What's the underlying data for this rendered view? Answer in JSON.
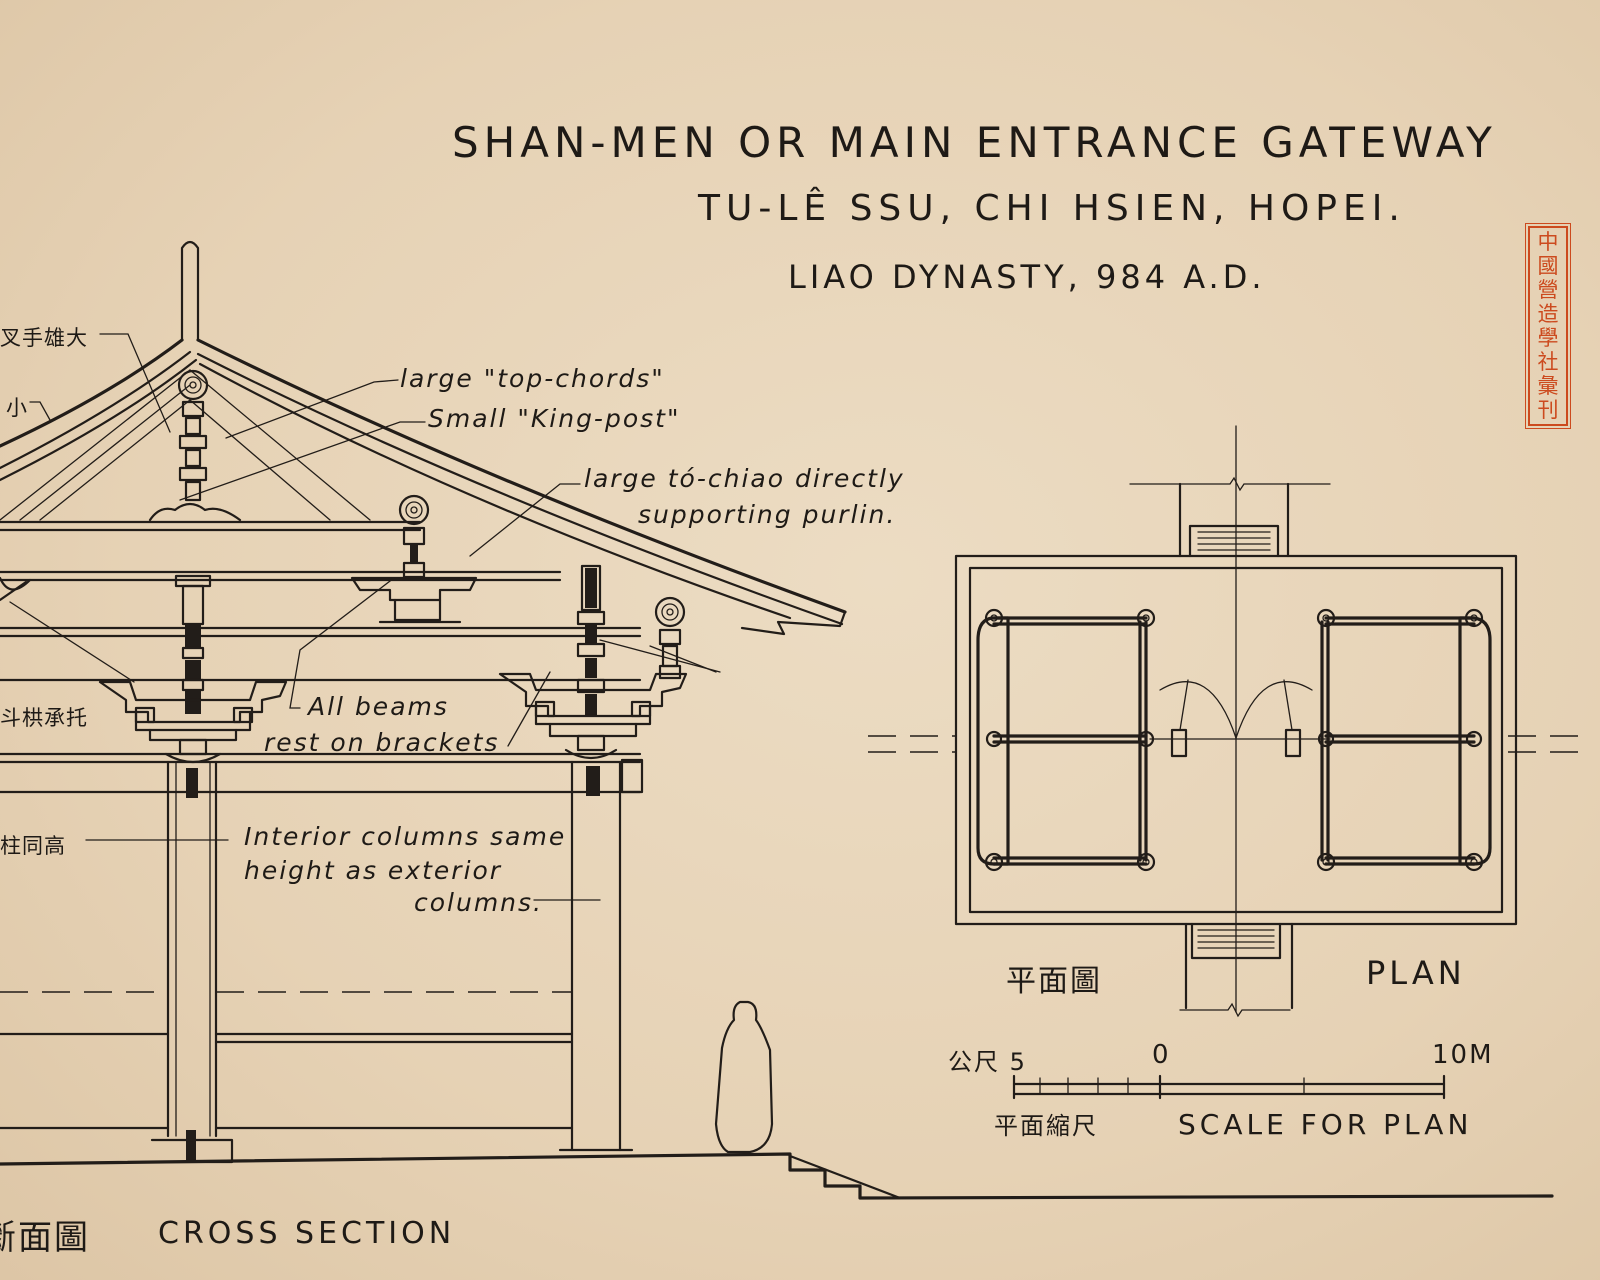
{
  "title": {
    "line1": "SHAN-MEN OR MAIN ENTRANCE GATEWAY",
    "line2": "TU-LÊ SSU, CHI HSIEN, HOPEI.",
    "line3": "LIAO DYNASTY, 984 A.D."
  },
  "seal": {
    "chars": [
      "中",
      "國",
      "營",
      "造",
      "學",
      "社",
      "彙",
      "刊"
    ],
    "color": "#cc4a1e"
  },
  "section_notes": {
    "top_chords": "large \"top-chords\"",
    "king_post": "Small \"King-post\"",
    "tochiao_line1": "large tó-chiao directly",
    "tochiao_line2": "supporting purlin.",
    "beams_line1": "All beams",
    "beams_line2": "rest on brackets",
    "columns_line1": "Interior columns same",
    "columns_line2": "height as exterior",
    "columns_line3": "columns."
  },
  "section_cjk_labels": {
    "top": "叉手雄大",
    "upper": "小",
    "bracket": "斗栱承托",
    "column": "柱同高"
  },
  "plan_labels": {
    "cjk": "平面圖",
    "en": "PLAN"
  },
  "scale": {
    "left_label": "公尺 5",
    "zero": "0",
    "right_label": "10M",
    "cjk": "平面縮尺",
    "en": "SCALE FOR PLAN"
  },
  "cross_section": {
    "cjk": "斷面圖",
    "en": "CROSS SECTION"
  },
  "colors": {
    "paper": "#e9d6bb",
    "ink": "#221d19"
  }
}
